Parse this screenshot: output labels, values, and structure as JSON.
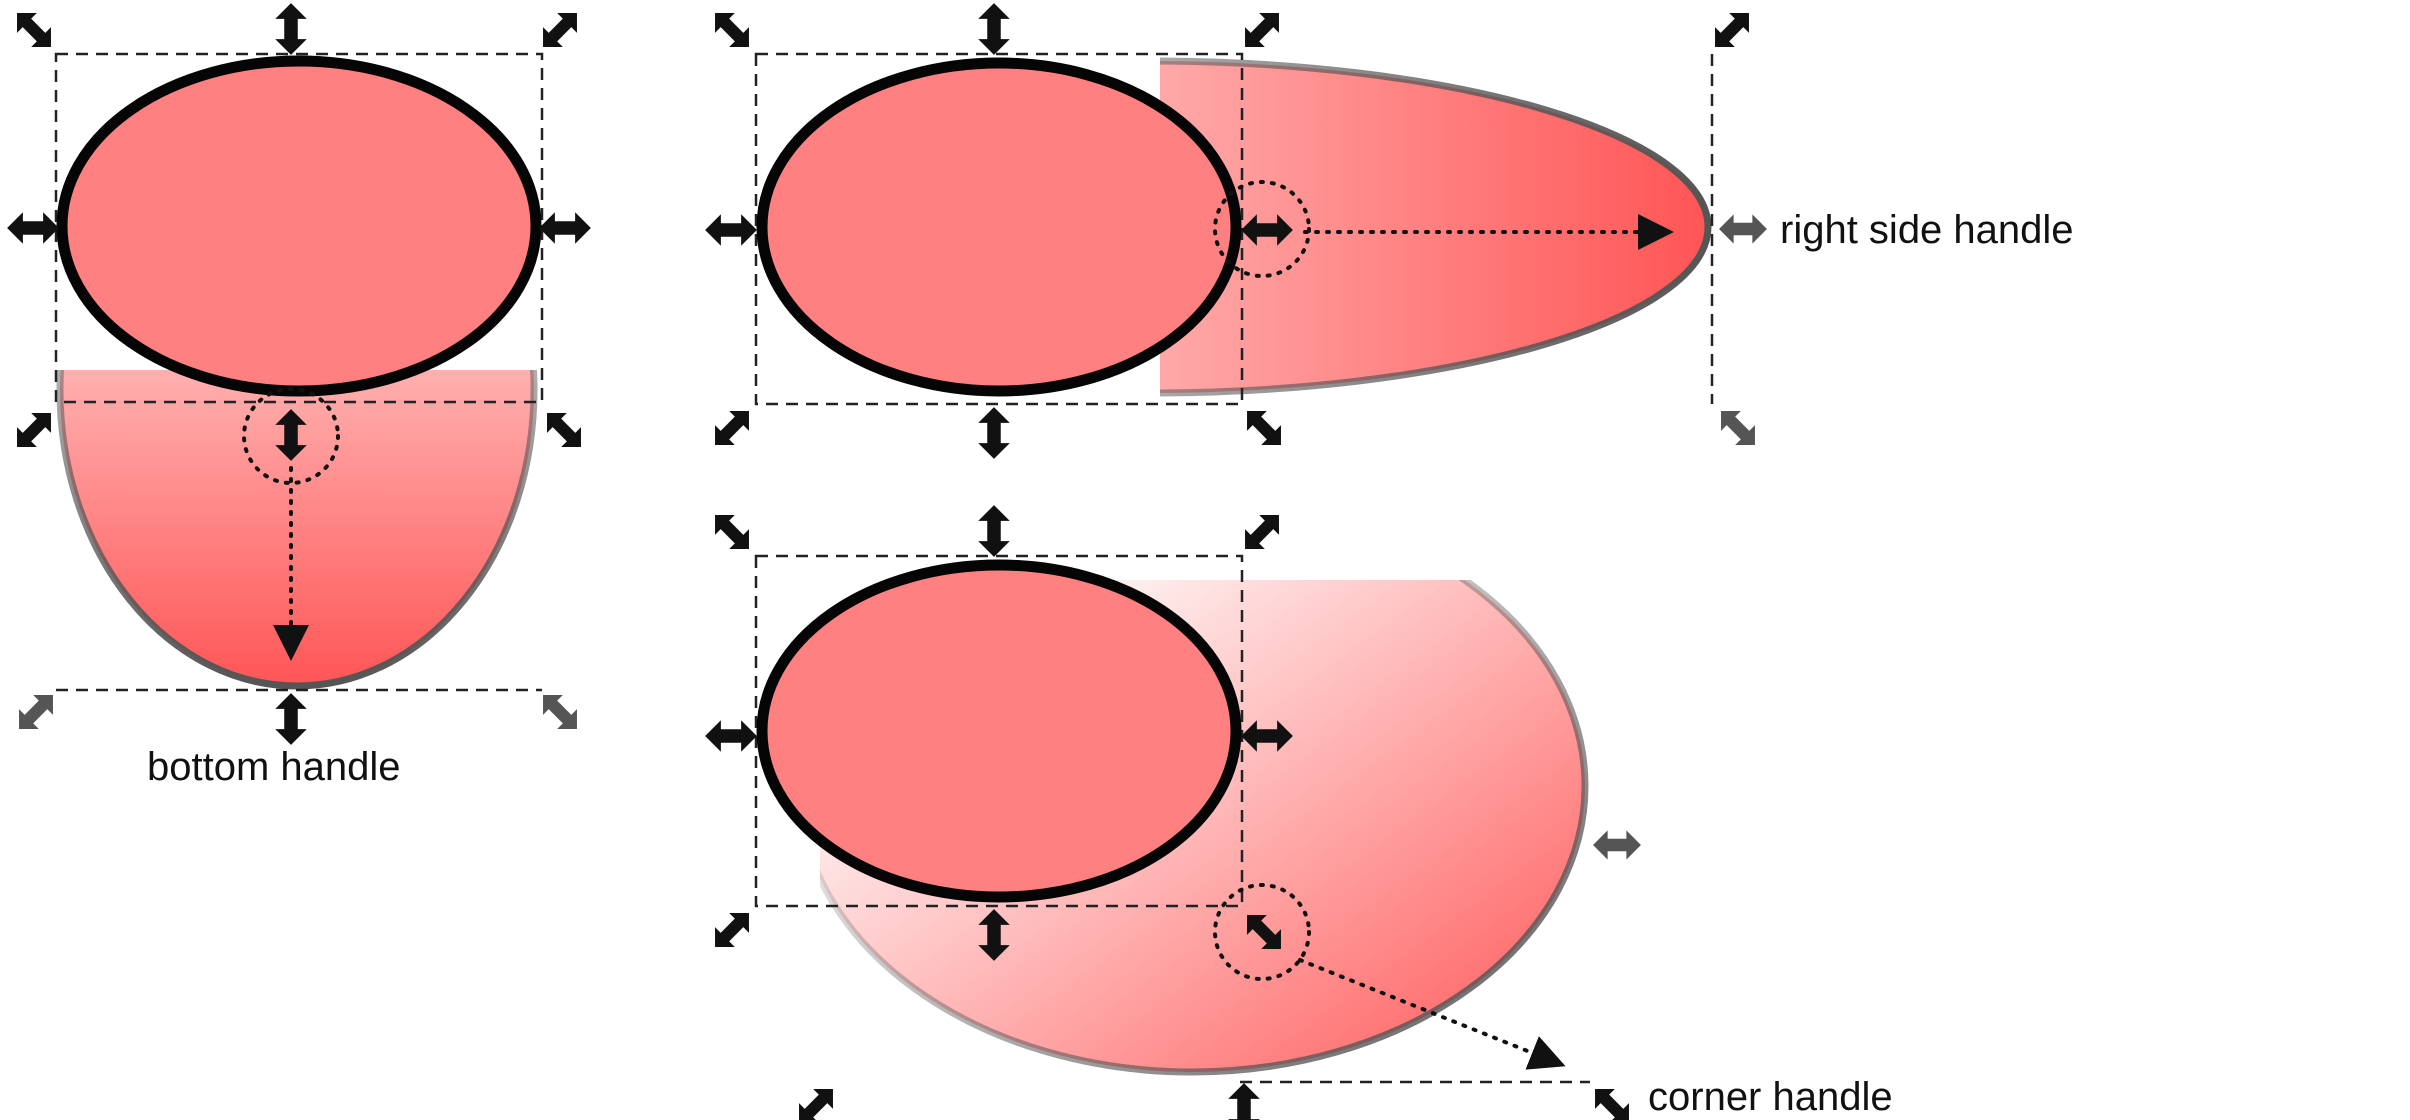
{
  "labels": {
    "bottom": "bottom handle",
    "right": "right side handle",
    "corner": "corner handle"
  },
  "colors": {
    "fill": "#ff8080",
    "gradient_start": "#ff5555",
    "stroke": "#050505",
    "handle": "#111111"
  },
  "icons": {
    "corner_handle": "diagonal-double-arrow-icon",
    "side_handle": "horizontal-double-arrow-icon",
    "vertical_handle": "vertical-double-arrow-icon"
  }
}
